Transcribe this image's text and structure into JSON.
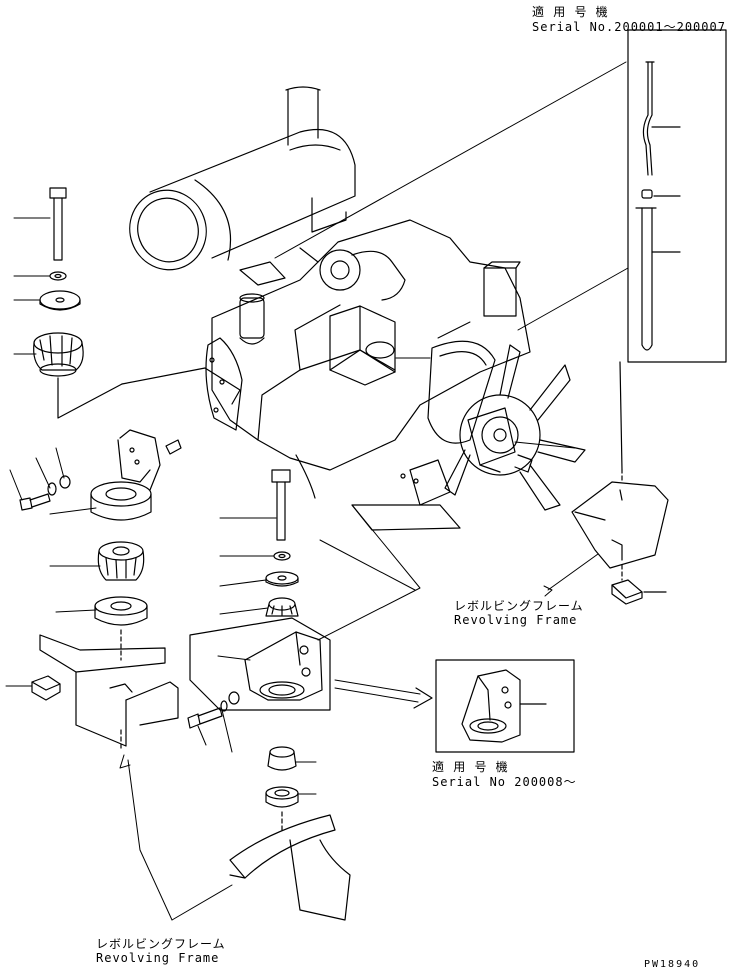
{
  "top_serial": {
    "jp_heading": "適 用 号 機",
    "serial": "Serial No.200001～200007"
  },
  "inset_serial": {
    "jp_heading": "適 用 号 機",
    "serial": "Serial No 200008～"
  },
  "frame_label_right": {
    "jp": "レボルビングフレーム",
    "en": "Revolving Frame"
  },
  "frame_label_bottom": {
    "jp": "レボルビングフレーム",
    "en": "Revolving Frame"
  },
  "figure_code": "PW18940"
}
